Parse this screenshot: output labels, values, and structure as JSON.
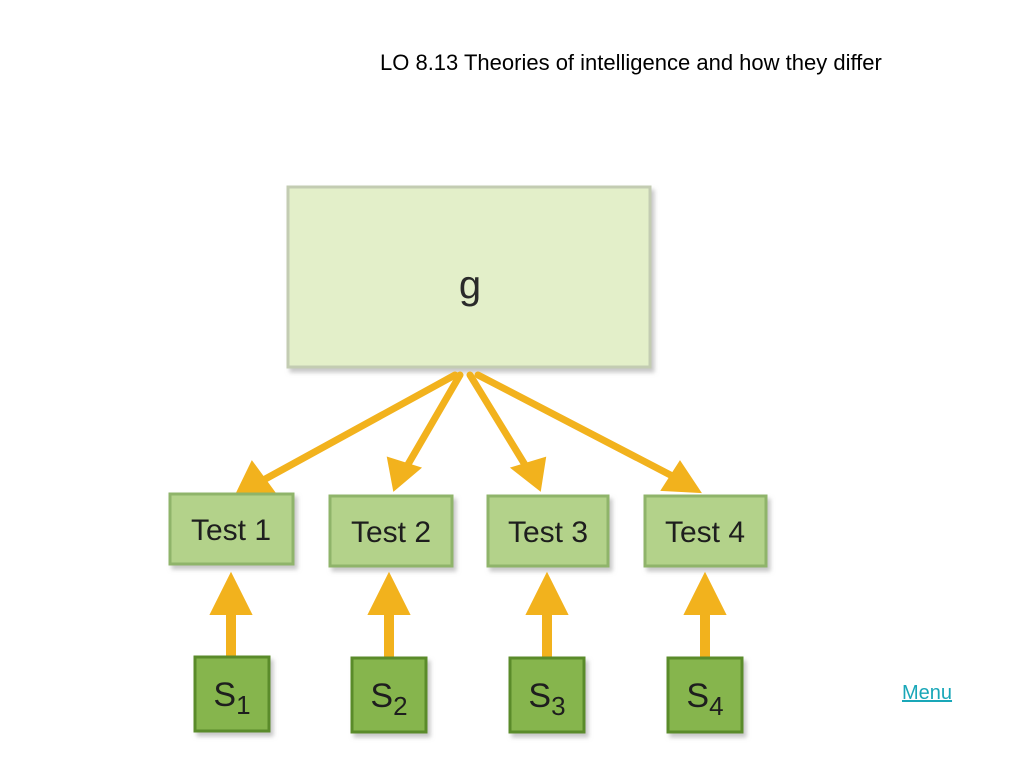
{
  "slide": {
    "title": "LO 8.13  Theories of intelligence and how they differ",
    "menu_label": "Menu"
  },
  "colors": {
    "g_box_fill": "#e3efc9",
    "g_box_border": "#c3ccb2",
    "test_box_fill": "#b3d28a",
    "test_box_border": "#8fb46a",
    "s_box_fill": "#86b54e",
    "s_box_border": "#5a8b2c",
    "arrow": "#f2b21d",
    "arrow_dark": "#d7940a",
    "menu_link": "#19a7b8"
  },
  "diagram": {
    "general_factor": {
      "label": "g"
    },
    "tests": [
      {
        "label": "Test 1"
      },
      {
        "label": "Test 2"
      },
      {
        "label": "Test 3"
      },
      {
        "label": "Test 4"
      }
    ],
    "specific_factors": [
      {
        "base": "S",
        "sub": "1"
      },
      {
        "base": "S",
        "sub": "2"
      },
      {
        "base": "S",
        "sub": "3"
      },
      {
        "base": "S",
        "sub": "4"
      }
    ]
  }
}
